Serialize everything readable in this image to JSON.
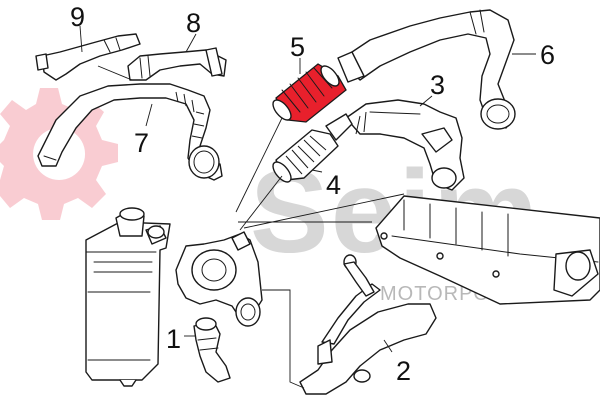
{
  "watermark": {
    "brand": "Seim",
    "tagline": "MOTORPOWER",
    "gear_color": "#f4a3ad"
  },
  "highlight_color": "#e8202c",
  "callouts": [
    {
      "id": "1",
      "label": "1",
      "part": "turbo-outlet-connector"
    },
    {
      "id": "2",
      "label": "2",
      "part": "charge-air-pipe-lower"
    },
    {
      "id": "3",
      "label": "3",
      "part": "intake-duct-elbow"
    },
    {
      "id": "4",
      "label": "4",
      "part": "corrugated-hose"
    },
    {
      "id": "5",
      "label": "5",
      "part": "intercooler-hose",
      "highlighted": true
    },
    {
      "id": "6",
      "label": "6",
      "part": "air-intake-pipe-upper"
    },
    {
      "id": "7",
      "label": "7",
      "part": "intercooler-hose-bent"
    },
    {
      "id": "8",
      "label": "8",
      "part": "small-hose-8"
    },
    {
      "id": "9",
      "label": "9",
      "part": "small-hose-9"
    }
  ]
}
